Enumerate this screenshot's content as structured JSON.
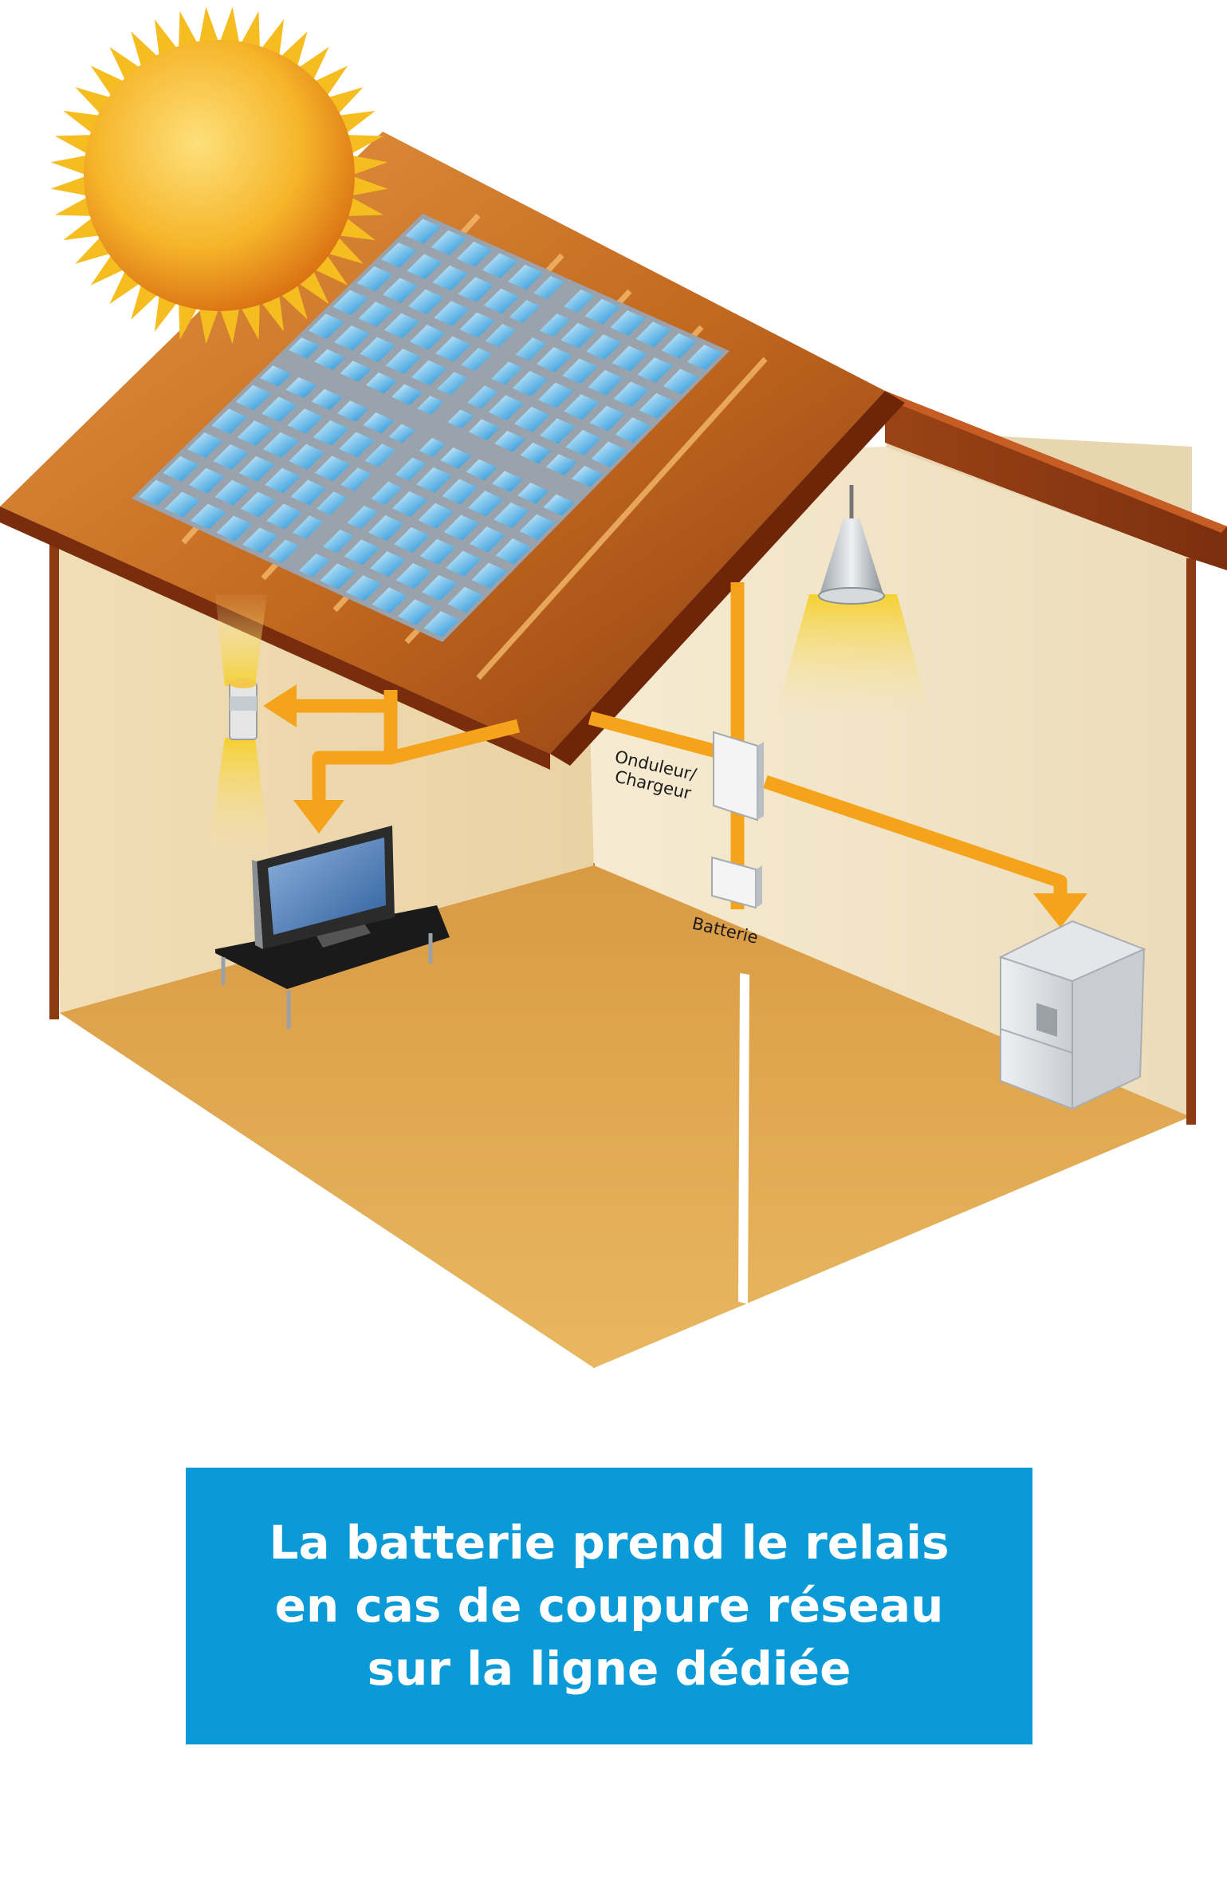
{
  "labels": {
    "inverter_line1": "Onduleur/",
    "inverter_line2": "Chargeur",
    "battery": "Batterie"
  },
  "caption": {
    "lines": [
      "La batterie prend le relais",
      "en cas de coupure réseau",
      "sur la ligne dédiée"
    ]
  },
  "icons": {
    "sun": "sun-icon",
    "solar_panel": "solar-panel-icon",
    "pendant_lamp": "pendant-lamp-icon",
    "wall_lamp": "wall-lamp-icon",
    "tv": "tv-icon",
    "fridge": "fridge-icon",
    "inverter": "inverter-box-icon",
    "battery": "battery-box-icon"
  },
  "colors": {
    "power_line": "#f5a31a",
    "caption_bg": "#0b9ad8",
    "caption_text": "#ffffff",
    "roof": "#b85a1c",
    "floor": "#e3ab52",
    "wall": "#f4e4c6"
  }
}
